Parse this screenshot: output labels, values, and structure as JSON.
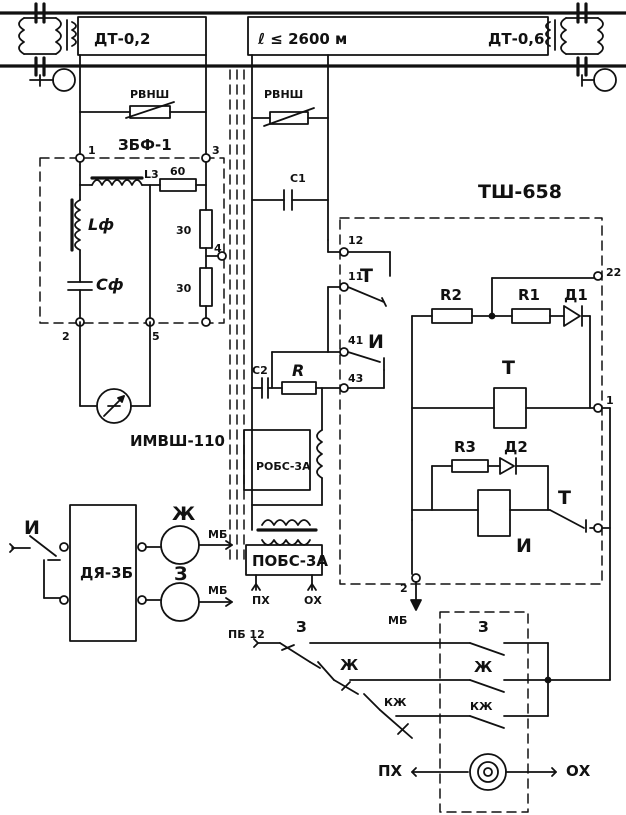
{
  "labels": {
    "dt_left": "ДТ-0,2",
    "dt_right": "ДТ-0,6",
    "length": "ℓ ≤ 2600 м",
    "rvnsh_left": "РВНШ",
    "rvnsh_right": "РВНШ",
    "filter": "ЗБФ-1",
    "l3": "L3",
    "r60": "60",
    "r30a": "30",
    "r30b": "30",
    "lf": "Lф",
    "cf": "Cф",
    "n1": "1",
    "n2": "2",
    "n3": "3",
    "n4": "4",
    "n5": "5",
    "imvsh": "ИМВШ-110",
    "c1": "C1",
    "c2": "C2",
    "r": "R",
    "t12": "12",
    "t11": "11",
    "t41": "41",
    "t43": "43",
    "tsw_t": "Т",
    "tsw_i": "И",
    "pobs_top": "РОБС-3А",
    "pobs_bottom": "ПОБС-3А",
    "px1": "ПХ",
    "ox1": "ОХ",
    "tsh": "ТШ-658",
    "r2": "R2",
    "r1": "R1",
    "d1": "Д1",
    "n22": "22",
    "relay_t": "Т",
    "relay_t_n": "1",
    "r3": "R3",
    "d2": "Д2",
    "relay_i": "И",
    "contact_t": "Т",
    "n2b": "2",
    "mb_bottom": "МБ",
    "dya": "ДЯ-3Б",
    "sw_i": "И",
    "lamp_zh": "Ж",
    "lamp_z": "З",
    "mb1": "МБ",
    "mb2": "МБ",
    "pb12": "ПБ 12",
    "s3": "З",
    "szh": "Ж",
    "skzh": "КЖ",
    "b3": "З",
    "bzh": "Ж",
    "bkzh": "КЖ",
    "px2": "ПХ",
    "ox2": "ОХ"
  }
}
